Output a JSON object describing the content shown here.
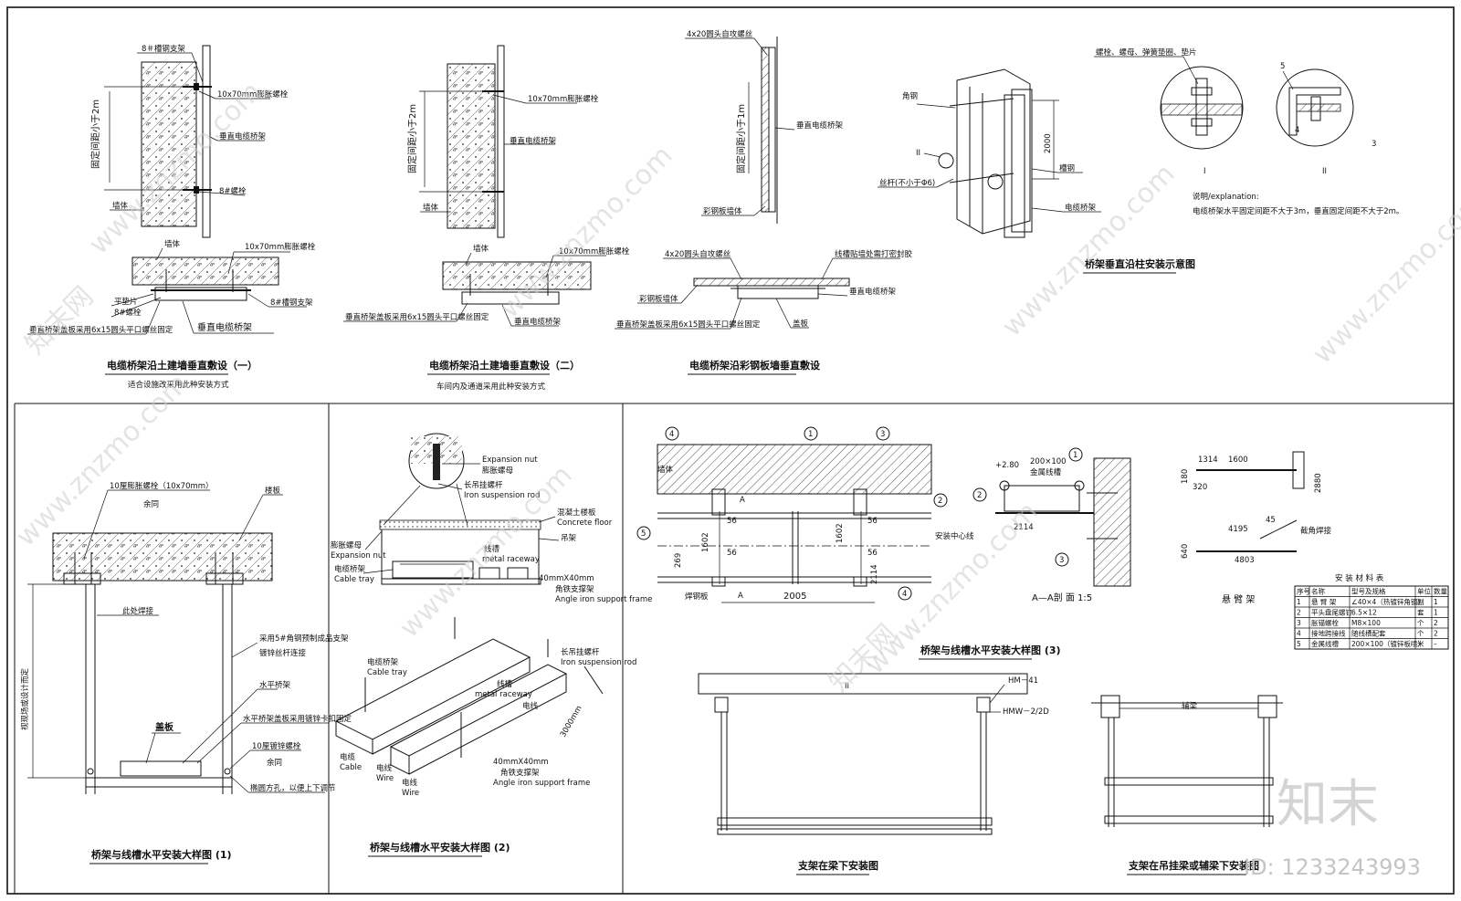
{
  "panels": {
    "p1": {
      "title": "电缆桥架沿土建墙垂直敷设（一）",
      "subtitle": "适合设施改采用此种安装方式",
      "labels": {
        "channel_support": "8＃槽钢支架",
        "expansion_bolt": "10x70mm膨胀螺栓",
        "vertical_tray": "垂直电缆桥架",
        "bolt8": "8#螺栓",
        "wall": "墙体",
        "spacing": "固定间距小于2m",
        "plan_wall": "墙体",
        "plan_bolt": "10x70mm膨胀螺栓",
        "washer": "平垫片",
        "plan_bolt8": "8#螺栓",
        "plan_channel": "8#槽钢支架",
        "cover_note": "垂直桥架盖板采用6x15圆头平口螺丝固定",
        "plan_tray": "垂直电缆桥架"
      }
    },
    "p2": {
      "title": "电缆桥架沿土建墙垂直敷设（二）",
      "subtitle": "车间内及通道采用此种安装方式",
      "labels": {
        "expansion_bolt": "10x70mm膨胀螺栓",
        "vertical_tray": "垂直电缆桥架",
        "wall": "墙体",
        "spacing": "固定间距小于2m",
        "plan_wall": "墙体",
        "plan_bolt": "10x70mm膨胀螺栓",
        "cover_note": "垂直桥架盖板采用6x15圆头平口螺丝固定",
        "plan_tray": "垂直电缆桥架"
      }
    },
    "p3": {
      "title": "电缆桥架沿彩钢板墙垂直敷设",
      "labels": {
        "screw": "4x20圆头自攻螺丝",
        "spacing": "固定间距小于1m",
        "vertical_tray": "垂直电缆桥架",
        "steel_wall": "彩钢板墙体",
        "plan_screw": "4x20圆头自攻螺丝",
        "seal": "线槽贴墙处需打密封胶",
        "plan_wall": "彩钢板墙体",
        "plan_tray": "垂直电缆桥架",
        "cover_note": "垂直桥架盖板采用6x15圆头平口螺丝固定",
        "cover": "盖板"
      }
    },
    "p4": {
      "title": "桥架垂直沿柱安装示意图",
      "labels": {
        "angle": "角钢",
        "detail2": "II",
        "rod": "丝杆(不小于Φ6)",
        "dim": "2000",
        "channel": "槽钢",
        "tray": "电缆桥架",
        "bolt_note": "螺栓、螺母、弹簧垫圈、垫片",
        "d1": "I",
        "d2": "II",
        "n5": "5",
        "n4": "4",
        "n3": "3",
        "explain_title": "说明/explanation:",
        "explain": "电缆桥架水平固定间距不大于3m，垂直固定间距不大于2m。"
      }
    },
    "p5": {
      "title": "桥架与线槽水平安装大样图 (1)",
      "labels": {
        "bolt": "10厘膨胀螺栓（10x70mm）",
        "same": "余同",
        "slab": "楼板",
        "weld": "此处焊接",
        "support": "采用5#角钢预制成品支架",
        "galv": "镀锌丝杆连接",
        "htray": "水平桥架",
        "cover": "水平桥架盖板采用镀锌卡扣固定",
        "bolt2": "10厘镀锌螺栓",
        "same2": "余同",
        "adjust": "椭圆方孔，以便上下调节",
        "cover_label": "盖板",
        "height": "视现场或设计而定"
      }
    },
    "p6": {
      "title": "桥架与线槽水平安装大样图 (2)",
      "labels": {
        "exp_nut_en": "Expansion nut",
        "exp_nut_cn": "膨胀螺母",
        "rod_cn": "长吊挂螺杆",
        "rod_en": "Iron suspension rod",
        "concrete_cn": "混凝土楼板",
        "concrete_en": "Concrete floor",
        "hanger": "吊架",
        "exp_cn2": "膨胀螺母",
        "exp_en2": "Expansion nut",
        "tray_cn": "电缆桥架",
        "tray_en": "Cable tray",
        "raceway_cn": "线槽",
        "raceway_en": "metal raceway",
        "size": "40mmX40mm",
        "frame_cn": "角铁支撑架",
        "frame_en": "Angle iron support frame",
        "iso_tray_cn": "电缆桥架",
        "iso_tray_en": "Cable tray",
        "iso_rod_cn": "长吊挂螺杆",
        "iso_rod_en": "Iron suspension rod",
        "iso_race_cn": "线槽",
        "iso_race_en": "metal raceway",
        "iso_wire_cn": "电线",
        "len": "3000mm",
        "cable_cn": "电缆",
        "cable_en": "Cable",
        "wire_cn": "电线",
        "wire_en": "Wire",
        "wire2_cn": "电线",
        "wire2_en": "Wire",
        "iso_size": "40mmX40mm",
        "iso_frame_cn": "角铁支撑架",
        "iso_frame_en": "Angle iron support frame"
      }
    },
    "p7": {
      "title": "桥架与线槽水平安装大样图 (3)",
      "labels": {
        "wall": "墙体",
        "center": "安装中心线",
        "d269": "269",
        "d1602a": "1602",
        "d1602b": "1602",
        "d2005": "2005",
        "d56a": "56",
        "d56b": "56",
        "d56c": "56",
        "d56d": "56",
        "d2114": "2114",
        "weld": "焊钢板",
        "secA": "A",
        "secA2": "A",
        "c1": "1",
        "c2": "2",
        "c3": "3",
        "c4": "4",
        "c5": "5",
        "section_title": "A—A剖  面  1:5",
        "elev": "+2.80",
        "size": "200×100",
        "metal": "金属线槽",
        "sec2114": "2114",
        "cant_title": "悬  臂  架",
        "d1314": "1314",
        "d1600": "1600",
        "d180": "180",
        "d320": "320",
        "d2880": "2880",
        "d4195": "4195",
        "d4803": "4803",
        "d640": "640",
        "d45": "45",
        "angle_weld": "截角焊接",
        "table_title": "安 装 材 料 表"
      }
    },
    "p8": {
      "title": "支架在梁下安装图",
      "labels": {
        "hm41": "HM－41",
        "hmw": "HMW－2/2D",
        "beam": "II"
      }
    },
    "p9": {
      "title": "支架在吊挂梁或辅梁下安装图",
      "labels": {
        "beam": "辅梁"
      }
    }
  },
  "material_table": {
    "headers": [
      "序号",
      "名称",
      "型号及规格",
      "单位",
      "数量"
    ],
    "rows": [
      [
        "1",
        "悬 臂 架",
        "∠40×4（热镀锌角钢）",
        "副",
        "1"
      ],
      [
        "2",
        "平头盘尾螺钉",
        "6.5×12",
        "套",
        "1"
      ],
      [
        "3",
        "胀锚螺栓",
        "M8×100",
        "个",
        "2"
      ],
      [
        "4",
        "接地跨接线",
        "随线槽配套",
        "个",
        "2"
      ],
      [
        "5",
        "金属线槽",
        "200×100（镀锌板喷）",
        "米",
        "–"
      ]
    ]
  },
  "watermark": {
    "site": "www.znzmo.com",
    "brand": "知末网",
    "logo": "知末",
    "id": "ID: 1233243993"
  }
}
